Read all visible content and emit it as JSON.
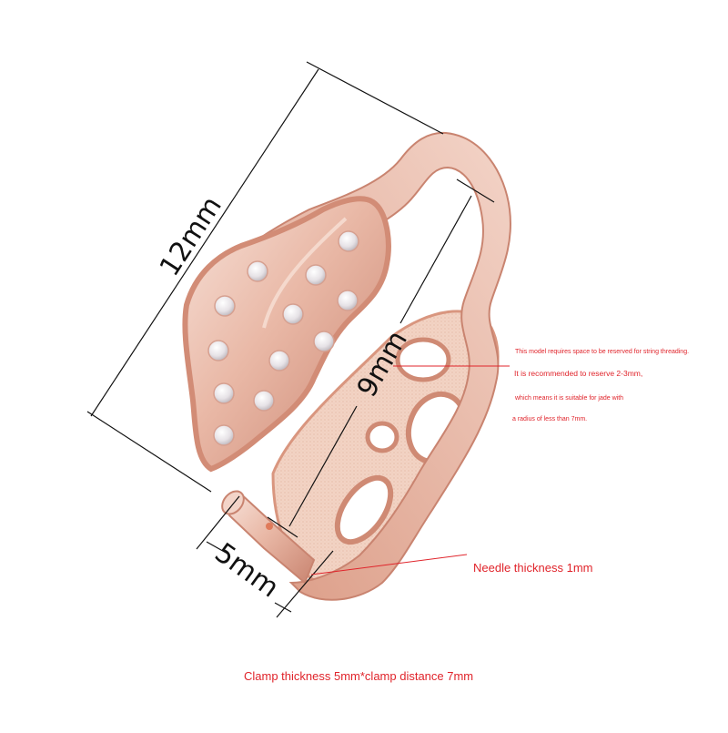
{
  "colors": {
    "background": "#ffffff",
    "dimension_line": "#111111",
    "annotation_red": "#e0242b",
    "metal_rose_gold": "#e9b8a6",
    "metal_highlight": "#f7e1d8",
    "metal_shadow": "#c98470",
    "stone": "#e8e4e8"
  },
  "product": {
    "description": "Rose gold leaf pendant clasp with pavé cubic zirconia stones",
    "icon": "leaf-pendant-clasp"
  },
  "dimensions": {
    "length": "12mm",
    "inner_height": "9mm",
    "clamp_width": "5mm"
  },
  "annotations": {
    "threading_note": {
      "line1": "This model requires space to be reserved for string threading.",
      "line2": "It is recommended to reserve 2-3mm,",
      "line3": "which means it is suitable for jade with",
      "line4": "a radius of less than 7mm."
    },
    "needle_note": "Needle thickness 1mm",
    "footer_note": "Clamp thickness 5mm*clamp distance 7mm"
  }
}
